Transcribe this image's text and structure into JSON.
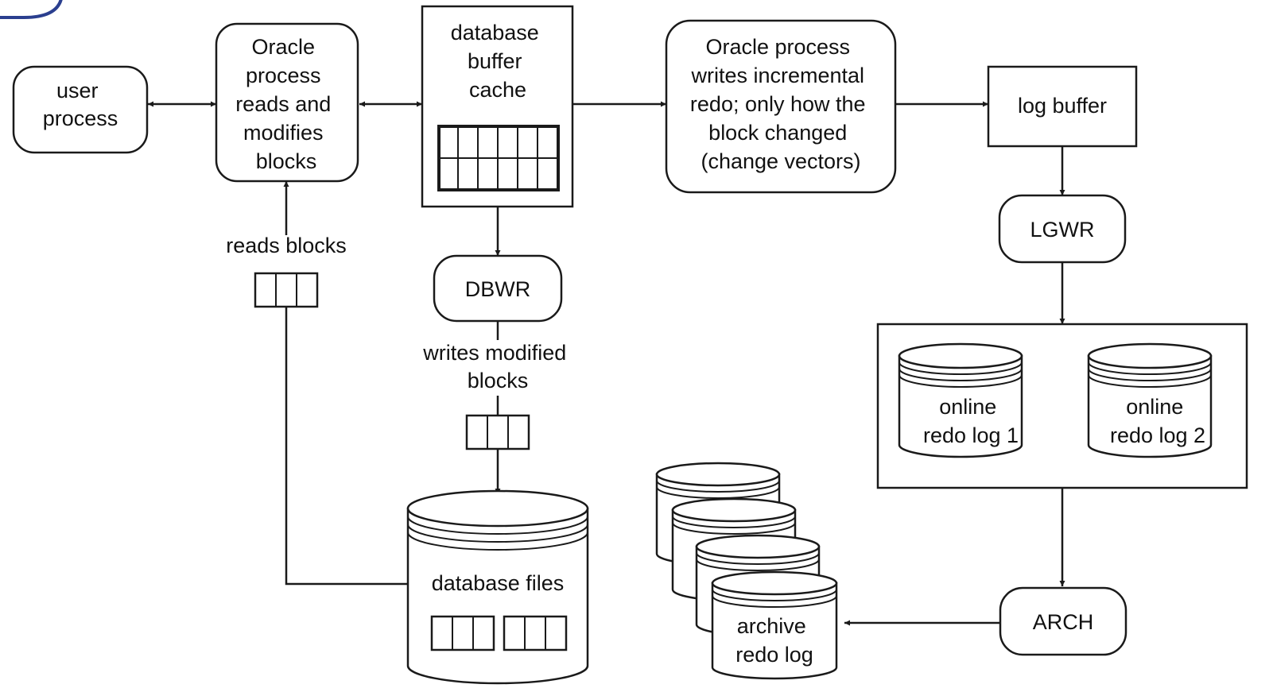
{
  "nodes": {
    "user_process": [
      "user",
      "process"
    ],
    "oracle_process_reads": [
      "Oracle",
      "process",
      "reads and",
      "modifies",
      "blocks"
    ],
    "buffer_cache": [
      "database",
      "buffer",
      "cache"
    ],
    "oracle_process_writes": [
      "Oracle process",
      "writes incremental",
      "redo; only how the",
      "block changed",
      "(change vectors)"
    ],
    "log_buffer": [
      "log buffer"
    ],
    "lgwr": [
      "LGWR"
    ],
    "dbwr": [
      "DBWR"
    ],
    "arch": [
      "ARCH"
    ],
    "online_redo_log_1": [
      "online",
      "redo log 1"
    ],
    "online_redo_log_2": [
      "online",
      "redo log 2"
    ],
    "database_files": [
      "database files"
    ],
    "archive_redo_log": [
      "archive",
      "redo log"
    ]
  },
  "edge_labels": {
    "reads_blocks": [
      "reads blocks"
    ],
    "writes_modified_blocks": [
      "writes modified",
      "blocks"
    ]
  }
}
